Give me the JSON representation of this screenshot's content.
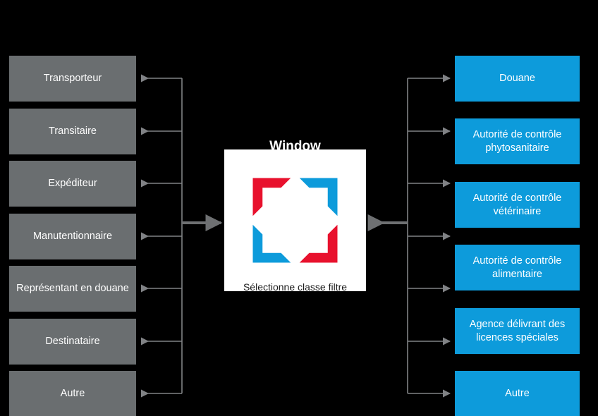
{
  "window": {
    "title": "Window",
    "background_color": "#000000"
  },
  "center_panel": {
    "caption": "Sélectionne classe filtre",
    "background_color": "#ffffff",
    "logo": {
      "name": "corner-brackets-logo",
      "colors": {
        "red": "#e8112d",
        "blue": "#0d9bdb"
      },
      "corners": [
        {
          "position": "top-left",
          "color": "#e8112d"
        },
        {
          "position": "top-right",
          "color": "#0d9bdb"
        },
        {
          "position": "bottom-left",
          "color": "#0d9bdb"
        },
        {
          "position": "bottom-right",
          "color": "#e8112d"
        }
      ]
    }
  },
  "left_column": {
    "box_color": "#6a6e70",
    "items": [
      {
        "label": "Transporteur"
      },
      {
        "label": "Transitaire"
      },
      {
        "label": "Expéditeur"
      },
      {
        "label": "Manutentionnaire"
      },
      {
        "label": "Représentant en douane"
      },
      {
        "label": "Destinataire"
      },
      {
        "label": "Autre"
      }
    ]
  },
  "right_column": {
    "box_color": "#0d9bdb",
    "items": [
      {
        "label": "Douane"
      },
      {
        "label": "Autorité de contrôle phytosanitaire"
      },
      {
        "label": "Autorité de contrôle vétérinaire"
      },
      {
        "label": "Autorité de contrôle alimentaire"
      },
      {
        "label": "Agence délivrant des licences spéciales"
      },
      {
        "label": "Autre"
      }
    ]
  },
  "connectors": {
    "color": "#808285",
    "main_arrow_color": "#6e7072"
  }
}
